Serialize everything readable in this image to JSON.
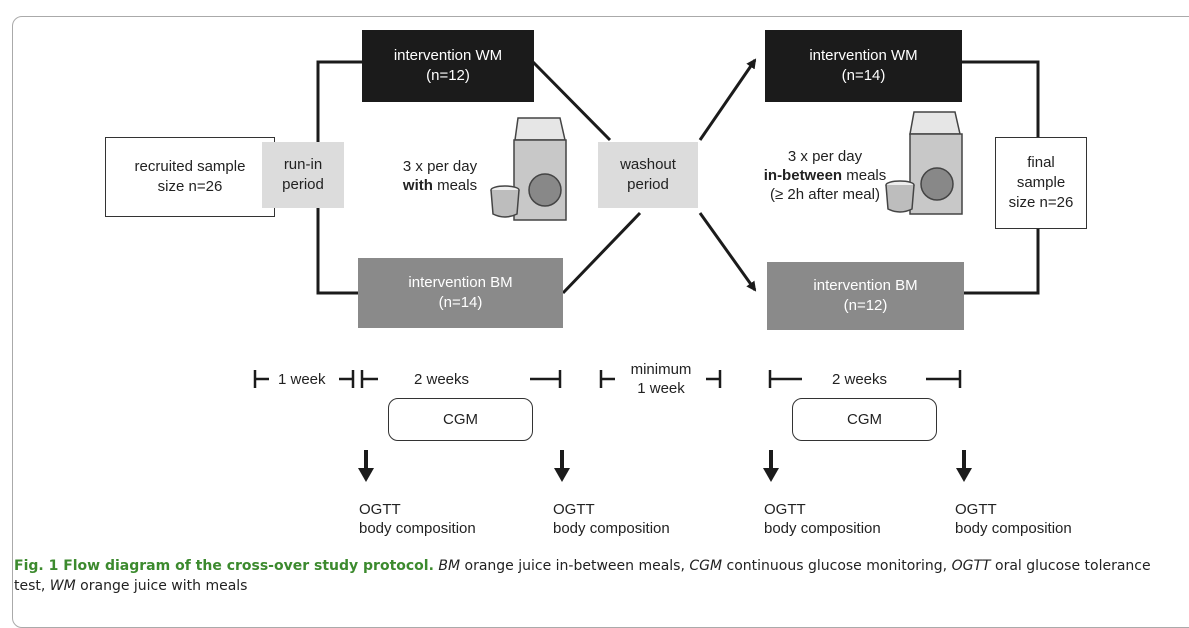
{
  "boxes": {
    "recruited": "recruited sample size n=26",
    "run_in": "run-in period",
    "top_left": {
      "title": "intervention WM",
      "n": "(n=12)"
    },
    "bottom_left": {
      "title": "intervention BM",
      "n": "(n=14)"
    },
    "washout": "washout period",
    "top_right": {
      "title": "intervention WM",
      "n": "(n=14)"
    },
    "bottom_right": {
      "title": "intervention BM",
      "n": "(n=12)"
    },
    "final": "final sample size n=26"
  },
  "dosing": {
    "left_line1": "3 x per day",
    "left_bold": "with",
    "left_rest": "meals",
    "right_line1": "3 x per day",
    "right_bold": "in-between",
    "right_rest": "meals",
    "right_line3": "(≥ 2h after meal)"
  },
  "timeline": {
    "one_week": "1 week",
    "two_weeks_left": "2 weeks",
    "minimum": "minimum",
    "minimum_week": "1 week",
    "two_weeks_right": "2 weeks",
    "cgm_left": "CGM",
    "cgm_right": "CGM"
  },
  "measurements": [
    {
      "test": "OGTT",
      "detail": "body composition"
    },
    {
      "test": "OGTT",
      "detail": "body composition"
    },
    {
      "test": "OGTT",
      "detail": "body composition"
    },
    {
      "test": "OGTT",
      "detail": "body composition"
    }
  ],
  "caption": {
    "lead": "Fig. 1 Flow diagram of the cross-over study protocol.",
    "bm": "BM",
    "bm_text": "orange juice in-between meals,",
    "cgm": "CGM",
    "cgm_text": "continuous glucose monitoring,",
    "ogtt": "OGTT",
    "ogtt_text": "oral glucose tolerance test,",
    "wm": "WM",
    "wm_text": "orange juice with meals"
  },
  "colors": {
    "dark_box": "#1b1b1b",
    "mid_box": "#8a8a8a",
    "light_box": "#dcdcdc",
    "caption_lead": "#3c8a2e"
  }
}
